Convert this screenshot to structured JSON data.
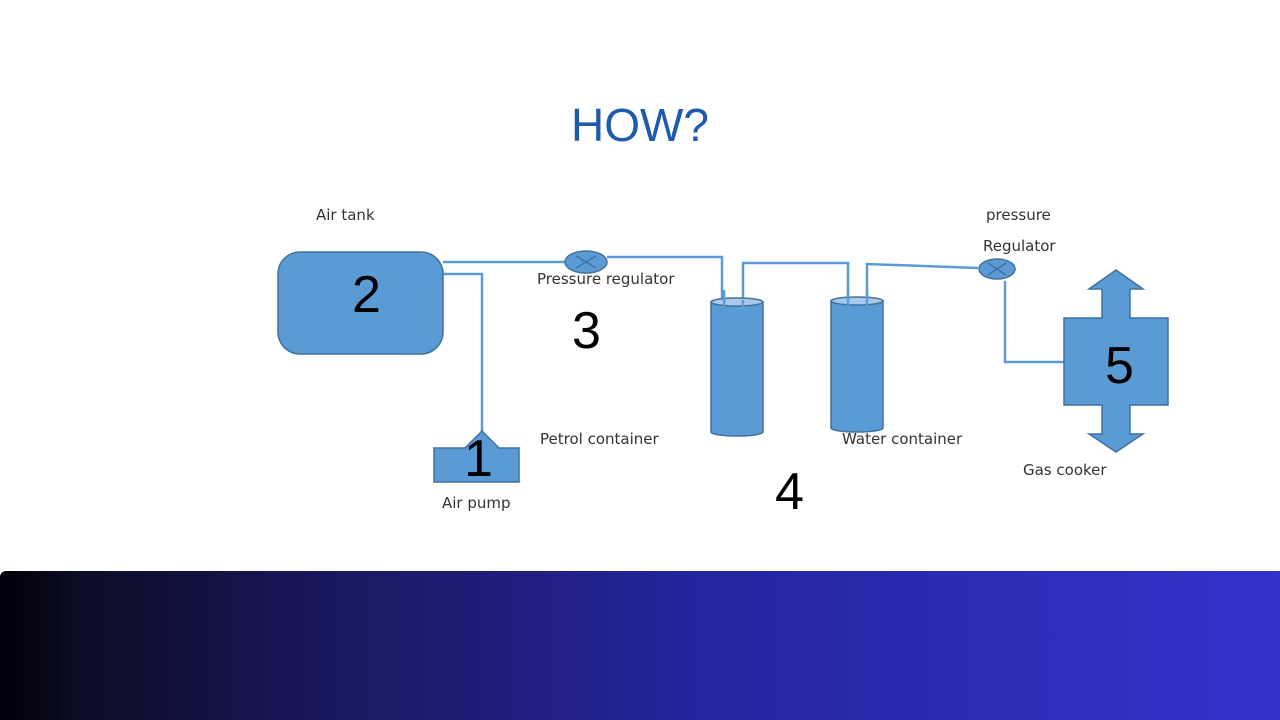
{
  "slide": {
    "title": "HOW?"
  },
  "labels": {
    "air_tank": "Air tank",
    "pressure_regulator_1": "Pressure regulator",
    "pressure_regulator_2_line1": "pressure",
    "pressure_regulator_2_line2": "Regulator",
    "petrol_container": "Petrol container",
    "water_container": "Water container",
    "air_pump": "Air pump",
    "gas_cooker": "Gas cooker"
  },
  "numbers": {
    "n1": "1",
    "n2": "2",
    "n3": "3",
    "n4": "4",
    "n5": "5"
  },
  "colors": {
    "title": "#1f5bab",
    "shape_fill": "#5b9bd5",
    "shape_stroke": "#41719c",
    "footer_start": "#000008",
    "footer_end": "#3333cc"
  }
}
